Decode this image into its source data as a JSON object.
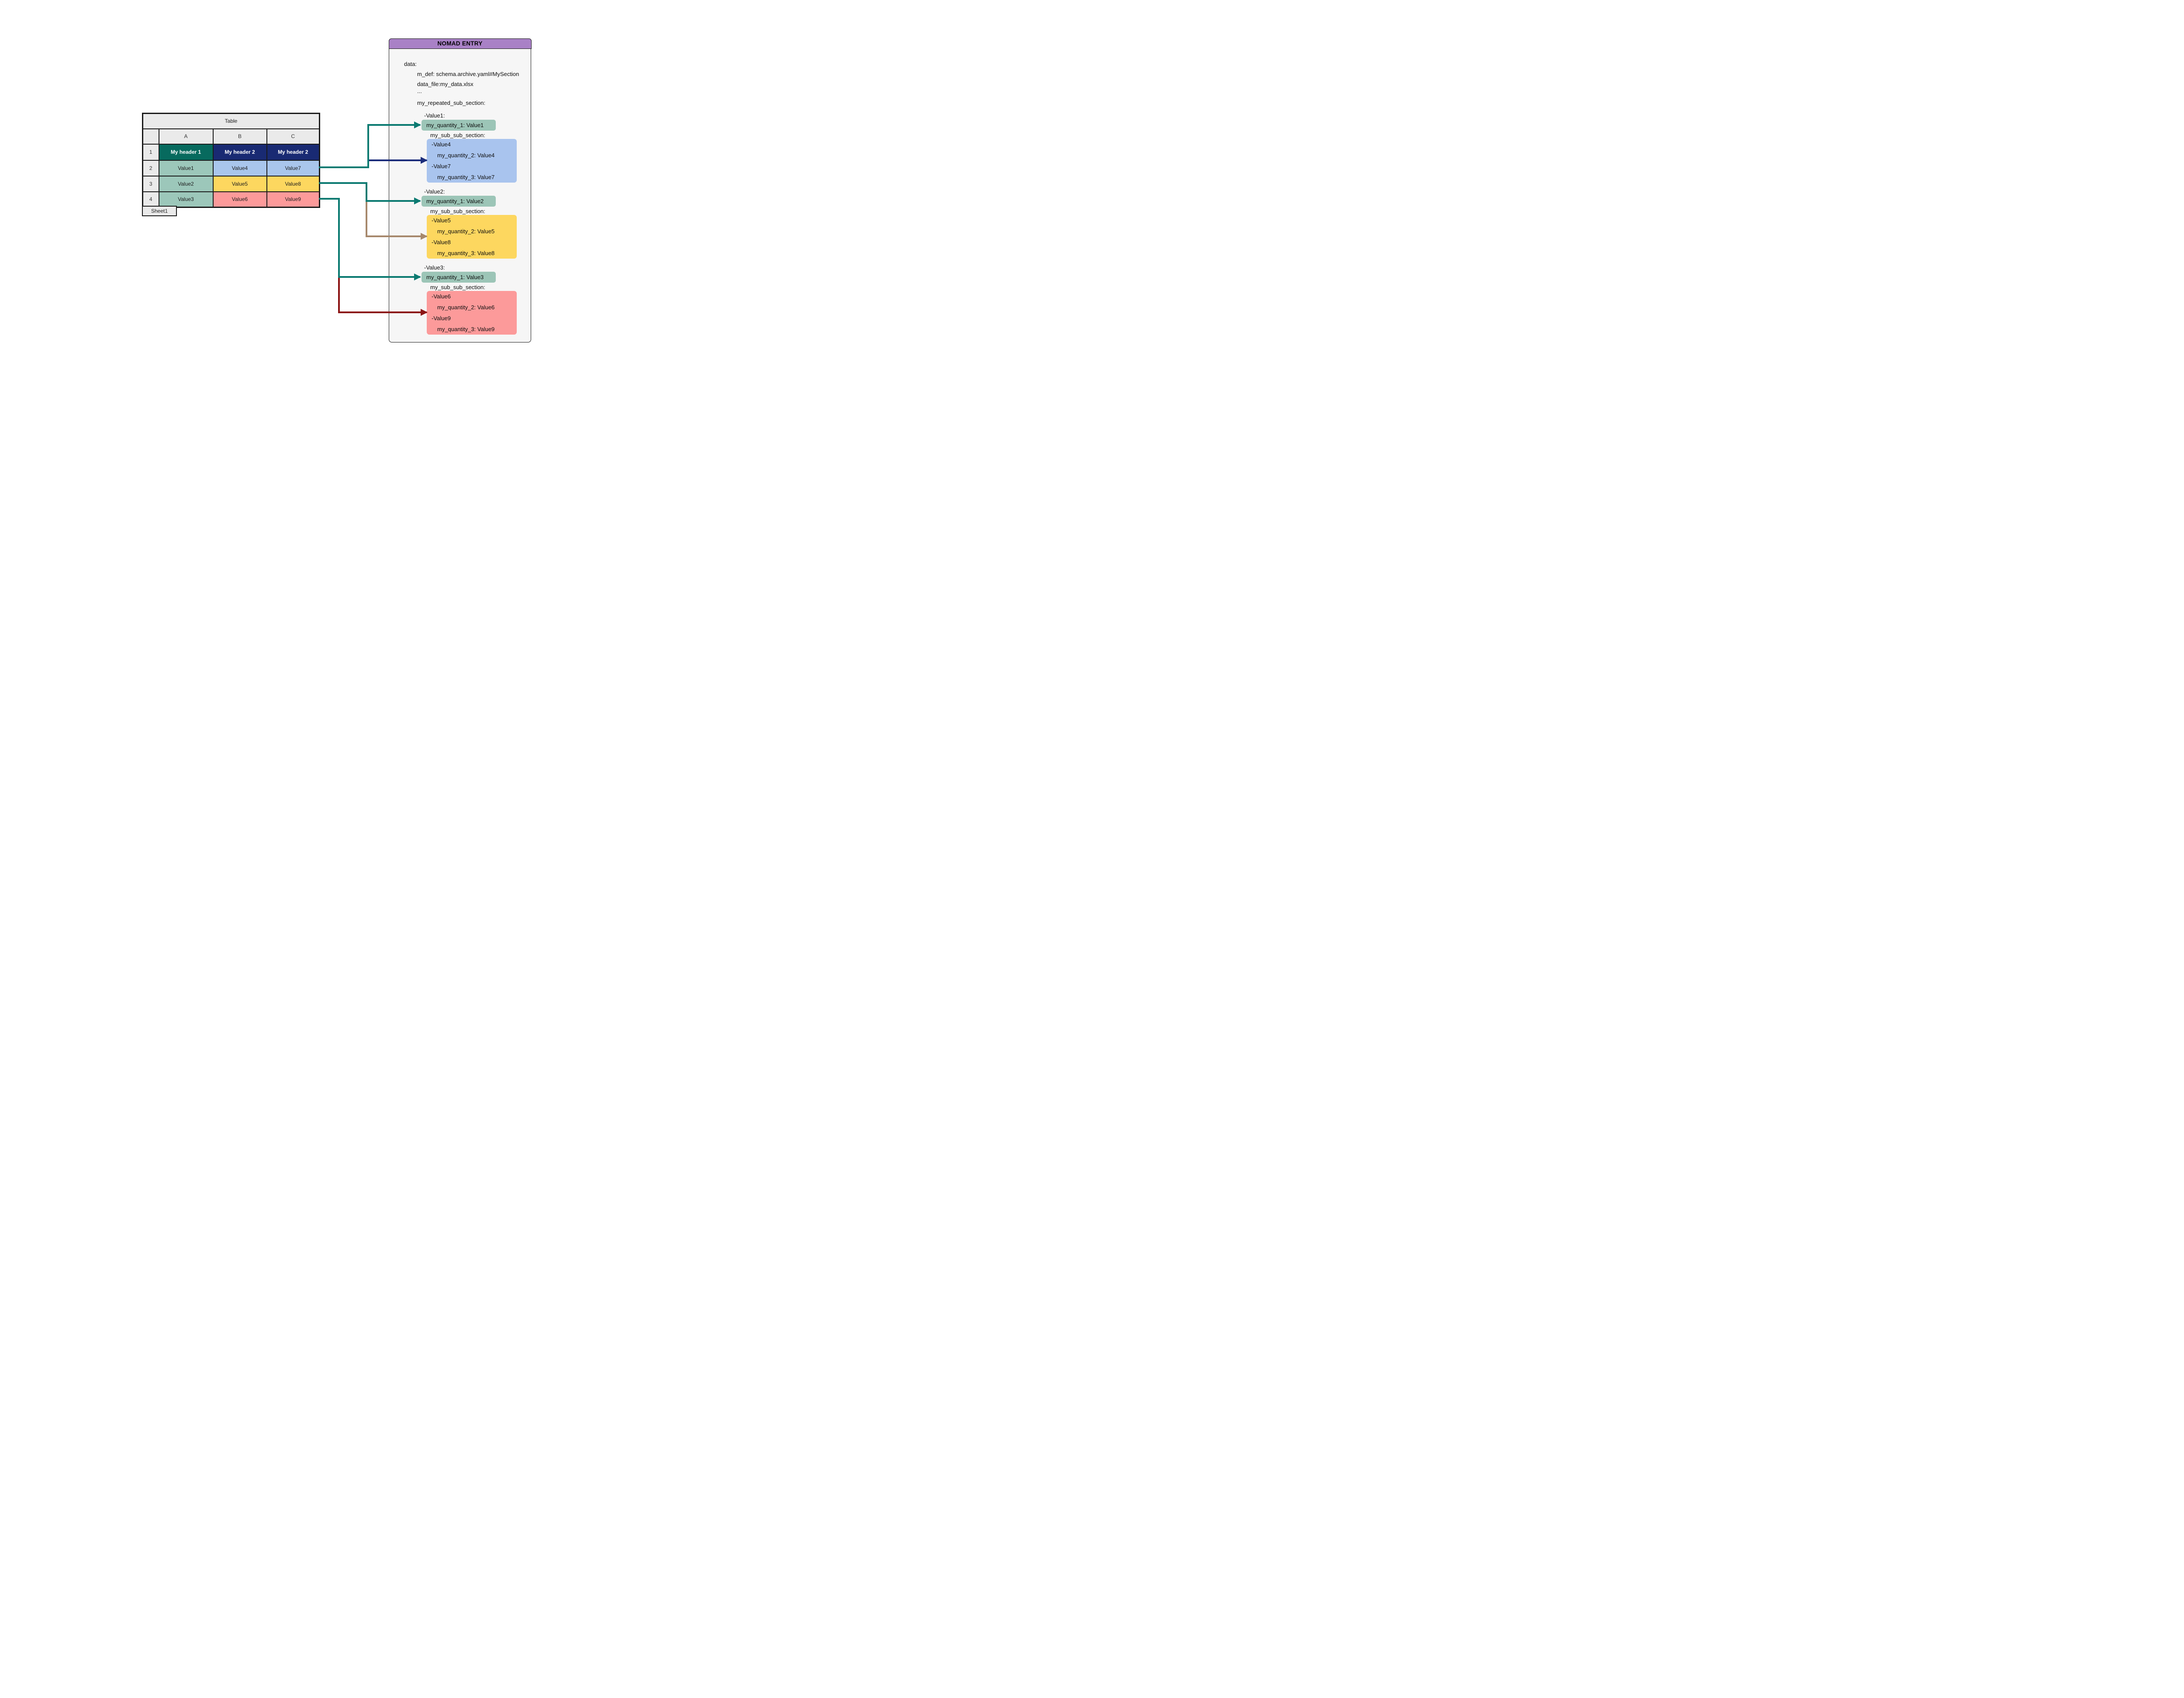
{
  "table": {
    "title": "Table",
    "sheet_tab": "Sheet1",
    "columns": [
      "A",
      "B",
      "C"
    ],
    "rows": [
      {
        "num": "1",
        "cells": [
          {
            "text": "My header 1"
          },
          {
            "text": "My header 2"
          },
          {
            "text": "My header 2"
          }
        ]
      },
      {
        "num": "2",
        "cells": [
          {
            "text": "Value1"
          },
          {
            "text": "Value4"
          },
          {
            "text": "Value7"
          }
        ]
      },
      {
        "num": "3",
        "cells": [
          {
            "text": "Value2"
          },
          {
            "text": "Value5"
          },
          {
            "text": "Value8"
          }
        ]
      },
      {
        "num": "4",
        "cells": [
          {
            "text": "Value3"
          },
          {
            "text": "Value6"
          },
          {
            "text": "Value9"
          }
        ]
      }
    ]
  },
  "panel": {
    "title": "NOMAD ENTRY",
    "lines": {
      "data": "data:",
      "m_def": "m_def: schema.archive.yaml#MySection",
      "data_file": "data_file:my_data.xlsx",
      "ellipsis": "...",
      "repeated": "my_repeated_sub_section:"
    },
    "entries": [
      {
        "label": "-Value1:",
        "quantity": "my_quantity_1: Value1",
        "sub_label": "my_sub_sub_section:",
        "sub_lines": [
          "-Value4",
          "my_quantity_2: Value4",
          "-Value7",
          "my_quantity_3: Value7"
        ]
      },
      {
        "label": "-Value2:",
        "quantity": "my_quantity_1: Value2",
        "sub_label": "my_sub_sub_section:",
        "sub_lines": [
          "-Value5",
          "my_quantity_2: Value5",
          "-Value8",
          "my_quantity_3: Value8"
        ]
      },
      {
        "label": "-Value3:",
        "quantity": "my_quantity_1: Value3",
        "sub_label": "my_sub_sub_section:",
        "sub_lines": [
          "-Value6",
          "my_quantity_2: Value6",
          "-Value9",
          "my_quantity_3: Value9"
        ]
      }
    ]
  },
  "colors": {
    "header_gray": "#eaeaea",
    "header_green": "#076a5e",
    "header_navy": "#192a73",
    "cell_green": "#9cc7ba",
    "cell_blue": "#a9c6ec",
    "cell_yellow": "#fdd75f",
    "cell_salmon": "#fc9a9a",
    "purple": "#a981c6",
    "panel_bg": "#f6f6f6",
    "box_green": "#9cc5b7",
    "box_blue": "#a9c4ee",
    "box_yellow": "#fdd75f",
    "box_salmon": "#fc9a9a",
    "arrow_teal": "#0b7a71",
    "arrow_navy": "#1c2d7b",
    "arrow_brown": "#a6886c",
    "arrow_red": "#8c1414"
  }
}
